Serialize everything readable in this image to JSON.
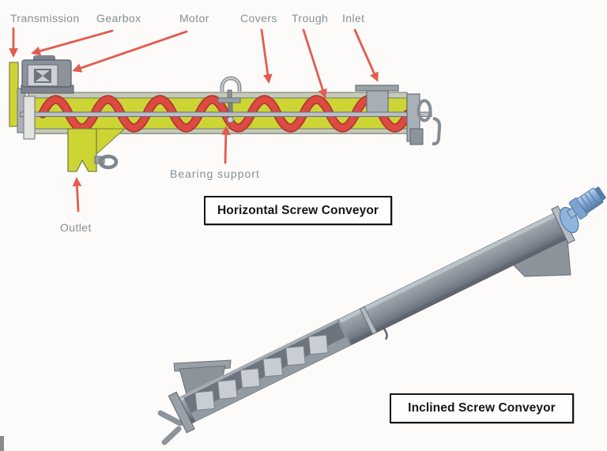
{
  "figure": {
    "horizontal": {
      "caption": "Horizontal Screw Conveyor",
      "labels": {
        "transmission": "Transmission",
        "gearbox": "Gearbox",
        "motor": "Motor",
        "covers": "Covers",
        "trough": "Trough",
        "inlet": "Inlet",
        "bearing_support": "Bearing support",
        "outlet": "Outlet"
      }
    },
    "inclined": {
      "caption": "Inclined Screw Conveyor"
    }
  },
  "colors": {
    "trough_yellow": "#ccd534",
    "trough_outline": "#7a8040",
    "screw_red": "#dd4a42",
    "screw_red_dark": "#b03a33",
    "arrow_red": "#e25c50",
    "label_gray": "#878f96",
    "caption_ink": "#161616",
    "metal_gray": "#8d939b",
    "metal_light": "#cdd1d6",
    "motor_blue": "#7da4d1"
  }
}
